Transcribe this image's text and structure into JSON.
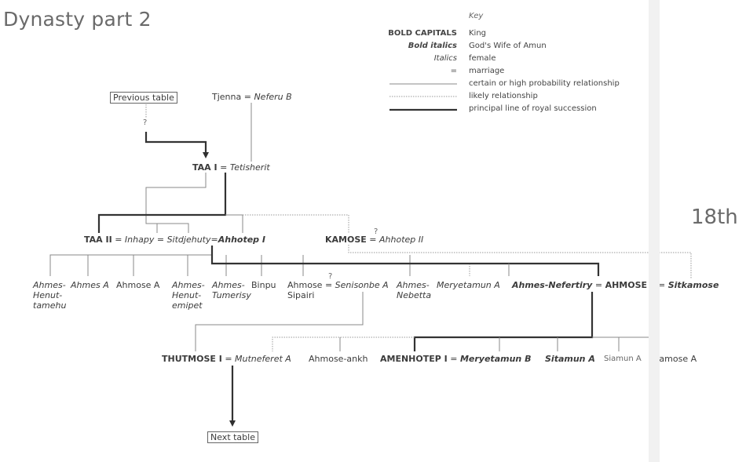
{
  "title": "Dynasty part 2",
  "side_text": "18th",
  "key": {
    "heading": "Key",
    "rows": [
      {
        "symbol": "BOLD CAPITALS",
        "style": "b",
        "meaning": "King"
      },
      {
        "symbol": "Bold italics",
        "style": "bi",
        "meaning": "God's Wife of Amun"
      },
      {
        "symbol": "Italics",
        "style": "it",
        "meaning": "female"
      },
      {
        "symbol": "=",
        "style": "",
        "meaning": "marriage"
      }
    ],
    "lines": [
      {
        "type": "solid",
        "meaning": "certain or high probability relationship"
      },
      {
        "type": "dotted",
        "meaning": "likely relationship"
      },
      {
        "type": "bold",
        "meaning": "principal line of royal succession"
      }
    ]
  },
  "boxes": {
    "previous": "Previous table",
    "next": "Next table"
  },
  "question_mark": "?",
  "eq": "=",
  "people": {
    "tjenna": "Tjenna",
    "neferu_b": "Neferu B",
    "taa_i": "TAA I",
    "tetisherit": "Tetisherit",
    "taa_ii": "TAA II",
    "inhapy": "Inhapy",
    "sitdjehuty": "Sitdjehuty",
    "ahhotep_i": "Ahhotep I",
    "kamose": "KAMOSE",
    "ahhotep_ii": "Ahhotep II",
    "ahmes_henut_tamehu": [
      "Ahmes-",
      "Henut-",
      "tamehu"
    ],
    "ahmes_a": "Ahmes A",
    "ahmose_a": "Ahmose A",
    "ahmes_henut_emipet": [
      "Ahmes-",
      "Henut-",
      "emipet"
    ],
    "ahmes_tumerisy": [
      "Ahmes-",
      "Tumerisy"
    ],
    "binpu": "Binpu",
    "ahmose_sipairi": [
      "Ahmose",
      "Sipairi"
    ],
    "senisonbe_a": "Senisonbe A",
    "ahmes_nebetta": [
      "Ahmes-",
      "Nebetta"
    ],
    "meryetamun_a": "Meryetamun A",
    "ahmes_nefertiry": "Ahmes-Nefertiry",
    "ahmose_i": "AHMOSE I",
    "sitkamose": "Sitkamose",
    "thutmose_i": "THUTMOSE I",
    "mutneferet_a": "Mutneferet A",
    "ahmose_ankh": "Ahmose-ankh",
    "amenhotep_i": "AMENHOTEP I",
    "meryetamun_b": "Meryetamun B",
    "sitamun_a": "Sitamun A",
    "siamun_a": "Siamun A",
    "ramose_a": "Ramose A"
  }
}
